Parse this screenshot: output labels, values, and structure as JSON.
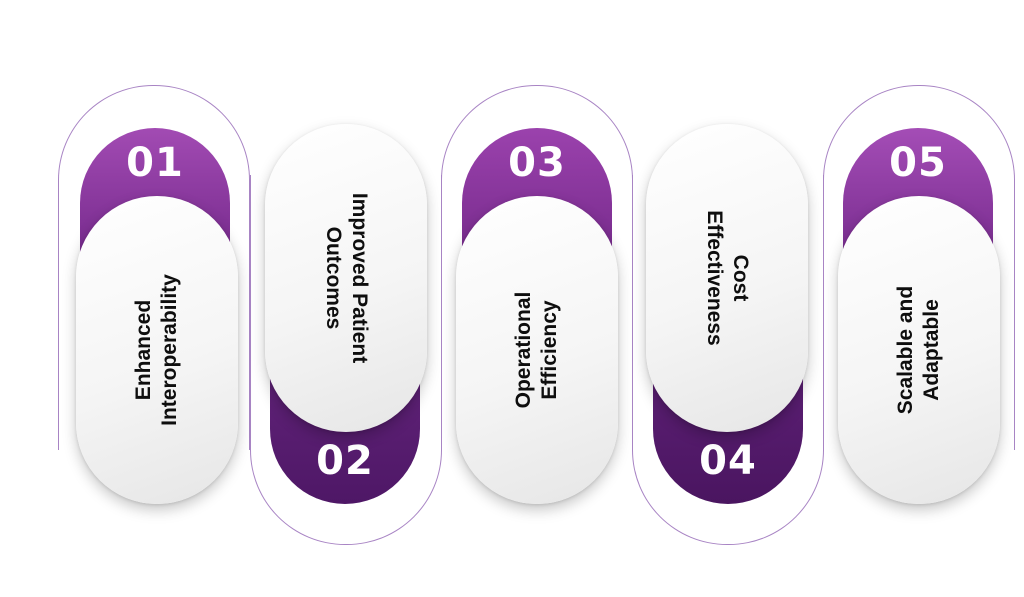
{
  "steps": [
    {
      "number": "01",
      "label_line1": "Enhanced",
      "label_line2": "Interoperability"
    },
    {
      "number": "02",
      "label_line1": "Improved Patient",
      "label_line2": "Outcomes"
    },
    {
      "number": "03",
      "label_line1": "Operational",
      "label_line2": "Efficiency"
    },
    {
      "number": "04",
      "label_line1": "Cost",
      "label_line2": "Effectiveness"
    },
    {
      "number": "05",
      "label_line1": "Scalable and",
      "label_line2": "Adaptable"
    }
  ],
  "colors": {
    "accent_light": "#a24bb3",
    "accent_dark": "#4e1766",
    "outline": "#a884c4",
    "pill": "#f5f5f5",
    "text": "#0e0e0e"
  }
}
